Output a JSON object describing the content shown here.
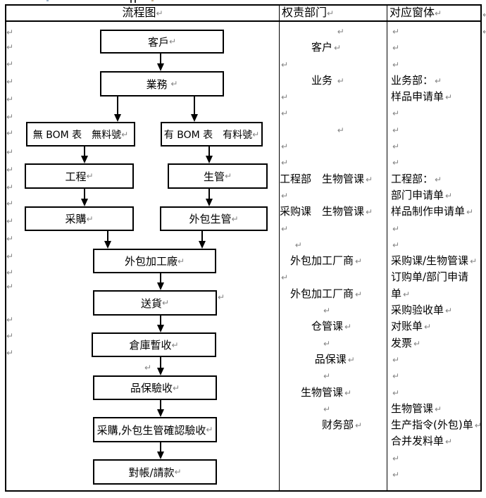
{
  "pilcrow": "↵",
  "colors": {
    "text": "#000000",
    "mark": "#848484",
    "border": "#000000",
    "background": "#ffffff"
  },
  "header": {
    "col1": "流程图",
    "col2": "权责部门",
    "col3": "对应窗体"
  },
  "flowchart_boxes": [
    {
      "label": "客戶"
    },
    {
      "label": "業務 "
    },
    {
      "label": "無 BOM 表　無料號"
    },
    {
      "label": "有 BOM 表　有料號"
    },
    {
      "label": "工程"
    },
    {
      "label": "生管"
    },
    {
      "label": "采購"
    },
    {
      "label": "外包生管"
    },
    {
      "label": "外包加工廠"
    },
    {
      "label": "送貨"
    },
    {
      "label": "倉庫暫收"
    },
    {
      "label": "品保驗收"
    },
    {
      "label": "采購,外包生管確認驗收"
    },
    {
      "label": "對帳/請款"
    }
  ],
  "responsibility_column": {
    "lines": [
      {
        "t": "　　　　　 "
      },
      {
        "t": "　　　客户"
      },
      {
        "t": ""
      },
      {
        "t": "　　　业务 "
      },
      {
        "t": ""
      },
      {
        "t": ""
      },
      {
        "t": "　　　　　 "
      },
      {
        "t": ""
      },
      {
        "t": ""
      },
      {
        "t": "工程部　生物管课"
      },
      {
        "t": ""
      },
      {
        "t": "采购课　生物管课"
      },
      {
        "t": ""
      },
      {
        "t": "　 "
      },
      {
        "t": "　外包加工厂商"
      },
      {
        "t": ""
      },
      {
        "t": "　外包加工厂商"
      },
      {
        "t": "　　　　"
      },
      {
        "t": "　　　仓管课"
      },
      {
        "t": "　　　　"
      },
      {
        "t": "　　　 品保课"
      },
      {
        "t": "　　　　"
      },
      {
        "t": "　　生物管课"
      },
      {
        "t": "　　　　"
      },
      {
        "t": "　　　　财务部"
      }
    ]
  },
  "forms_column": {
    "lines": [
      {
        "t": ""
      },
      {
        "t": ""
      },
      {
        "t": ""
      },
      {
        "t": "业务部："
      },
      {
        "t": "样品申请单"
      },
      {
        "t": ""
      },
      {
        "t": ""
      },
      {
        "t": ""
      },
      {
        "t": ""
      },
      {
        "t": "工程部："
      },
      {
        "t": "部门申请单"
      },
      {
        "t": "样品制作申请单"
      },
      {
        "t": ""
      },
      {
        "t": ""
      },
      {
        "t": "采购课/生物管课"
      },
      {
        "t": "订购单/部门申请",
        "m": false
      },
      {
        "t": "单"
      },
      {
        "t": "采购验收单"
      },
      {
        "t": "对账单"
      },
      {
        "t": "发票"
      },
      {
        "t": ""
      },
      {
        "t": ""
      },
      {
        "t": ""
      },
      {
        "t": "生物管课"
      },
      {
        "t": "生产指令(外包)单"
      },
      {
        "t": "合并发料单"
      },
      {
        "t": ""
      },
      {
        "t": ""
      }
    ]
  }
}
